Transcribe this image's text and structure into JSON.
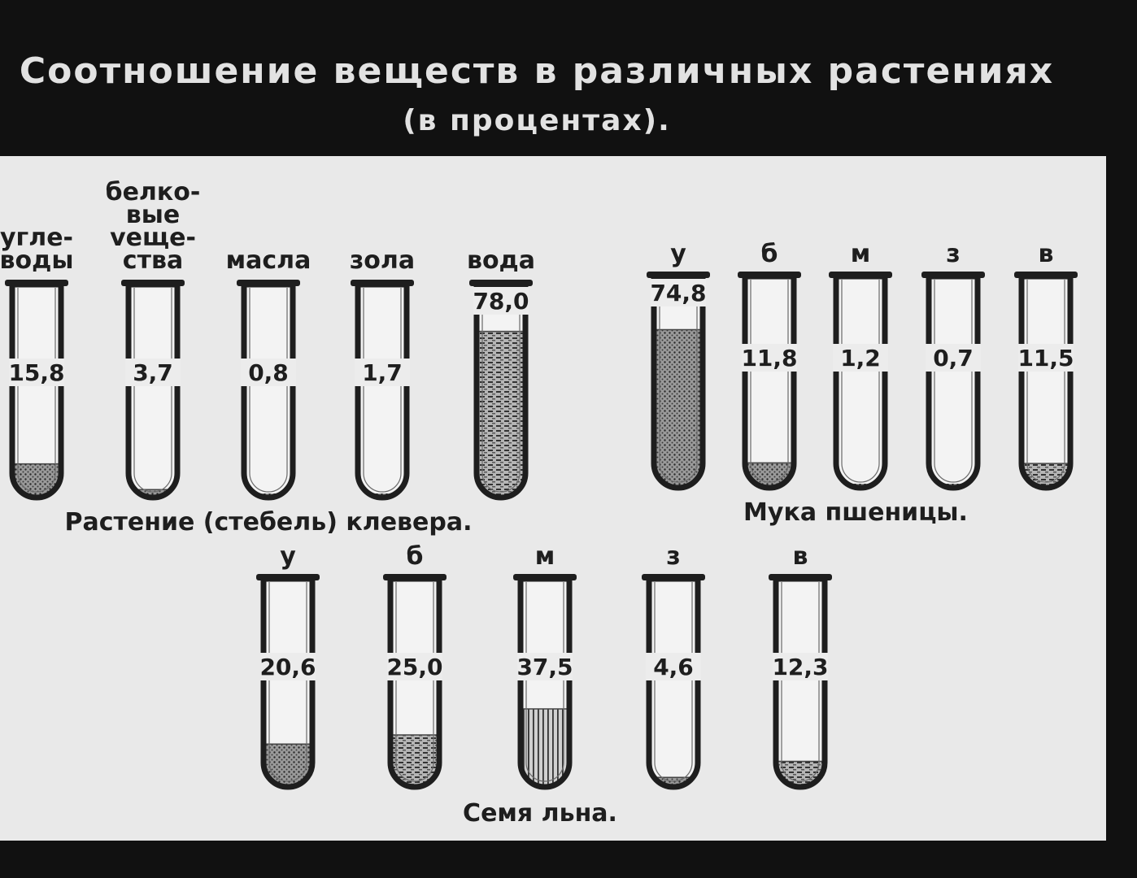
{
  "header": {
    "title": "Соотношение веществ в различных растениях",
    "subtitle": "(в процентах)."
  },
  "colors": {
    "background": "#111111",
    "panel": "#e9e9e9",
    "ink": "#1e1e1e",
    "title_text": "#e2e2e2"
  },
  "groups": [
    {
      "caption": "Растение (стебель) клевера.",
      "tubes": [
        {
          "label": "угле-\nводы",
          "value": "15,8",
          "fill": 0.158,
          "pattern": "dots"
        },
        {
          "label": "белко-\nвые\nveщe-\nства",
          "value": "3,7",
          "fill": 0.037,
          "pattern": "dots"
        },
        {
          "label": "масла",
          "value": "0,8",
          "fill": 0.008,
          "pattern": "dots"
        },
        {
          "label": "зола",
          "value": "1,7",
          "fill": 0.017,
          "pattern": "dots"
        },
        {
          "label": "вода",
          "value": "78,0",
          "fill": 0.78,
          "pattern": "dashes"
        }
      ]
    },
    {
      "caption": "Мука пшеницы.",
      "tubes": [
        {
          "label": "у",
          "value": "74,8",
          "fill": 0.748,
          "pattern": "dots"
        },
        {
          "label": "б",
          "value": "11,8",
          "fill": 0.118,
          "pattern": "dots"
        },
        {
          "label": "м",
          "value": "1,2",
          "fill": 0.012,
          "pattern": "dots"
        },
        {
          "label": "з",
          "value": "0,7",
          "fill": 0.007,
          "pattern": "dots"
        },
        {
          "label": "в",
          "value": "11,5",
          "fill": 0.115,
          "pattern": "dashes"
        }
      ]
    },
    {
      "caption": "Семя льна.",
      "tubes": [
        {
          "label": "у",
          "value": "20,6",
          "fill": 0.206,
          "pattern": "dots"
        },
        {
          "label": "б",
          "value": "25,0",
          "fill": 0.25,
          "pattern": "dashes"
        },
        {
          "label": "м",
          "value": "37,5",
          "fill": 0.375,
          "pattern": "vlines"
        },
        {
          "label": "з",
          "value": "4,6",
          "fill": 0.046,
          "pattern": "dots"
        },
        {
          "label": "в",
          "value": "12,3",
          "fill": 0.123,
          "pattern": "dashes"
        }
      ]
    }
  ]
}
